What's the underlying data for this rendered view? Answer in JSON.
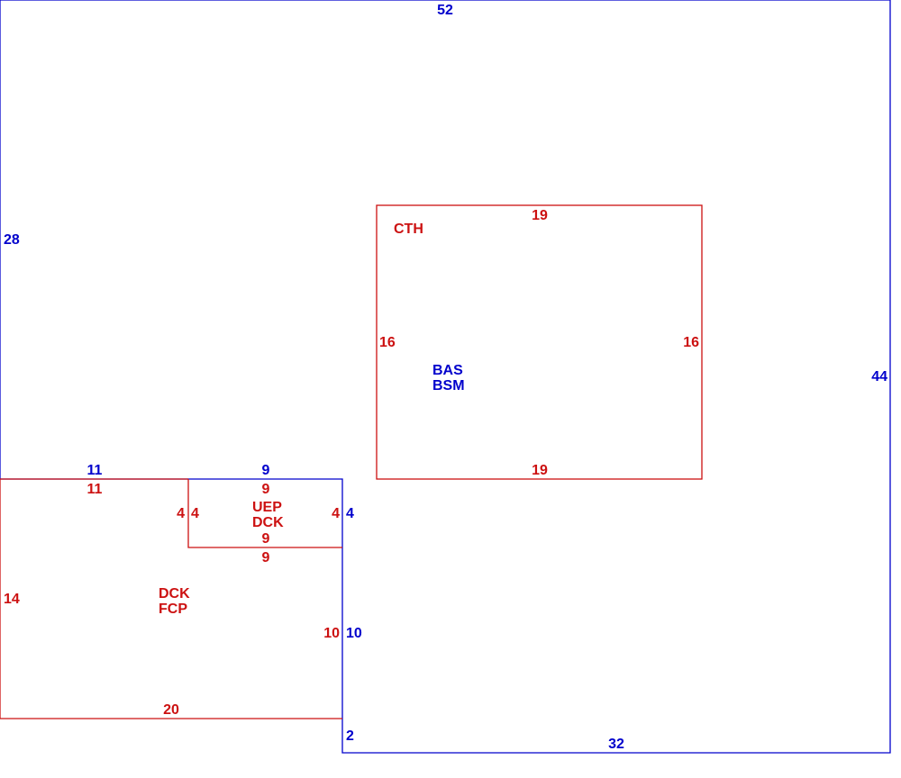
{
  "colors": {
    "blue": "#0000cc",
    "red": "#cc1111"
  },
  "outer_boundary": {
    "name_lines": [
      "BAS",
      "BSM"
    ],
    "dims": {
      "top": "52",
      "left": "28",
      "right": "44",
      "bottom": "32",
      "step_top_left": "11",
      "step_top_mid": "9",
      "step_right_upper": "4",
      "step_right_lower": "10",
      "step_corner": "2"
    }
  },
  "room_cth": {
    "name": "CTH",
    "dims": {
      "top": "19",
      "bottom": "19",
      "left": "16",
      "right": "16"
    }
  },
  "room_dck_fcp": {
    "name_lines": [
      "DCK",
      "FCP"
    ],
    "dims": {
      "top": "11",
      "left": "14",
      "bottom": "20",
      "right_lower": "10",
      "step_left": "4",
      "step_bottom": "9"
    }
  },
  "room_uep_dck": {
    "name_lines": [
      "UEP",
      "DCK"
    ],
    "dims": {
      "top": "9",
      "bottom": "9",
      "left": "4",
      "right": "4"
    }
  }
}
